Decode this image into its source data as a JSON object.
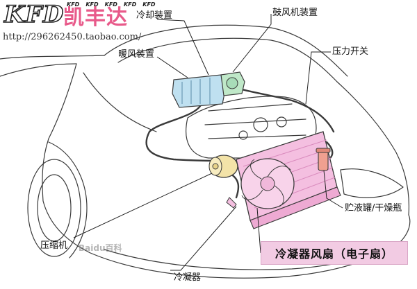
{
  "branding": {
    "logo_latin": "KFD",
    "logo_chinese": "凯丰达",
    "logo_marks": [
      "KFD",
      "KFD",
      "KFD",
      "KFD",
      "KFD"
    ],
    "url": "http://296262450.taobao.com/",
    "watermark": "Baidu百科"
  },
  "labels": {
    "cooling_unit": "冷却装置",
    "blower_unit": "鼓风机装置",
    "heater_unit": "暖风装置",
    "pressure_switch": "压力开关",
    "receiver_drier": "贮液罐/干燥瓶",
    "compressor": "压缩机",
    "condenser": "冷凝器",
    "condenser_fan": "冷凝器风扇（电子扇）"
  },
  "colors": {
    "line": "#3a3a3a",
    "condenser_fill": "#f4bfe0",
    "evaporator_fill": "#bfe0f0",
    "compressor_fill": "#f3e3a8",
    "blower_fill": "#bfe8c8",
    "drier_fill": "#f0a090",
    "highlight_fill": "#f2cbe3",
    "logo_pink": "#e85a8a"
  }
}
